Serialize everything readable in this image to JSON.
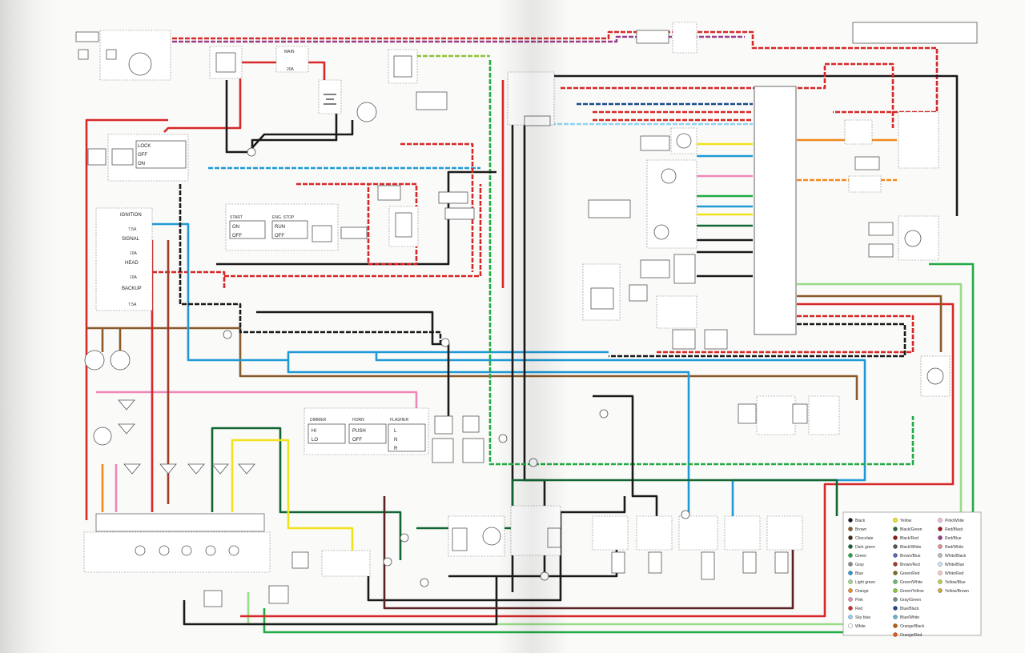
{
  "switches": {
    "main": {
      "label": "MAIN",
      "fuse": "20A"
    },
    "ignition": {
      "states": [
        "LOCK",
        "OFF",
        "ON"
      ]
    },
    "start": {
      "title": "START",
      "states": [
        "ON",
        "OFF"
      ]
    },
    "engine_stop": {
      "title": "ENG. STOP",
      "states": [
        "RUN",
        "OFF"
      ]
    },
    "dimmer": {
      "title": "DIMMER",
      "states": [
        "HI",
        "LO"
      ]
    },
    "horn": {
      "title": "HORN",
      "states": [
        "PUSH",
        "OFF"
      ]
    },
    "flasher": {
      "title": "FLASHER",
      "states": [
        "L",
        "N",
        "R"
      ]
    }
  },
  "fuses": [
    {
      "name": "IGNITION",
      "rating": "7.5A"
    },
    {
      "name": "SIGNAL",
      "rating": "10A"
    },
    {
      "name": "HEAD",
      "rating": "10A"
    },
    {
      "name": "BACKUP",
      "rating": "7.5A"
    }
  ],
  "legend": {
    "columns": [
      [
        {
          "name": "Black",
          "color": "#1a1a1a"
        },
        {
          "name": "Brown",
          "color": "#8a5a2b"
        },
        {
          "name": "Chocolate",
          "color": "#4a2a14"
        },
        {
          "name": "Dark green",
          "color": "#116633"
        },
        {
          "name": "Green",
          "color": "#22aa44"
        },
        {
          "name": "Gray",
          "color": "#888888"
        },
        {
          "name": "Blue",
          "color": "#1f9ad6"
        },
        {
          "name": "Light green",
          "color": "#99dd88"
        },
        {
          "name": "Orange",
          "color": "#f08a1c"
        },
        {
          "name": "Pink",
          "color": "#ee88bb"
        },
        {
          "name": "Red",
          "color": "#d62828"
        },
        {
          "name": "Sky blue",
          "color": "#8fd3f4"
        },
        {
          "name": "White",
          "color": "#ffffff"
        }
      ],
      [
        {
          "name": "Yellow",
          "color": "#f2e21a"
        },
        {
          "name": "Black/Green",
          "color": "#2a6a3a"
        },
        {
          "name": "Black/Red",
          "color": "#8a1e1e"
        },
        {
          "name": "Black/White",
          "color": "#555555"
        },
        {
          "name": "Brown/Blue",
          "color": "#5a6ab0"
        },
        {
          "name": "Brown/Red",
          "color": "#a33a2a"
        },
        {
          "name": "Green/Red",
          "color": "#7a6a2a"
        },
        {
          "name": "Green/White",
          "color": "#66bb77"
        },
        {
          "name": "Green/Yellow",
          "color": "#8fc23a"
        },
        {
          "name": "Gray/Green",
          "color": "#6f8f7a"
        },
        {
          "name": "Blue/Black",
          "color": "#1a4a8a"
        },
        {
          "name": "Blue/White",
          "color": "#6aaedb"
        },
        {
          "name": "Orange/Black",
          "color": "#b0600e"
        },
        {
          "name": "Orange/Red",
          "color": "#e05a1a"
        }
      ],
      [
        {
          "name": "Pink/White",
          "color": "#f2b8d2"
        },
        {
          "name": "Red/Black",
          "color": "#9a1818"
        },
        {
          "name": "Red/Blue",
          "color": "#9a3a8a"
        },
        {
          "name": "Red/White",
          "color": "#e88a8a"
        },
        {
          "name": "White/Black",
          "color": "#bbbbbb"
        },
        {
          "name": "White/Blue",
          "color": "#c8e4f6"
        },
        {
          "name": "White/Red",
          "color": "#f6c8c8"
        },
        {
          "name": "Yellow/Blue",
          "color": "#b8d04a"
        },
        {
          "name": "Yellow/Brown",
          "color": "#c8a83a"
        }
      ]
    ]
  }
}
